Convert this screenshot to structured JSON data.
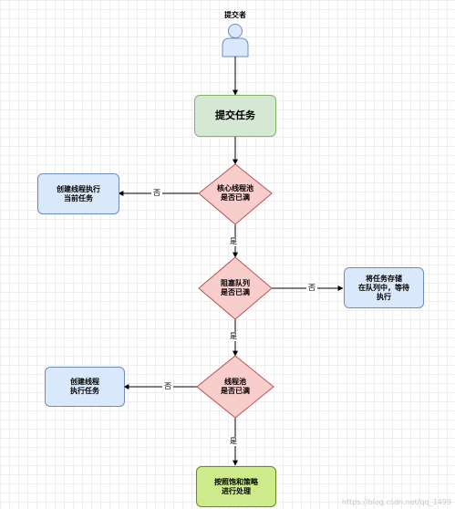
{
  "submitter": {
    "label": "提交者",
    "icon": "user-icon"
  },
  "nodes": {
    "submit_task": "提交任务",
    "core_pool_check": "核心线程池\n是否已满",
    "create_core_thread": "创建线程执行\n当前任务",
    "queue_check": "阻塞队列\n是否已满",
    "store_in_queue": "将任务存储\n在队列中，等待\n执行",
    "pool_check": "线程池\n是否已满",
    "create_thread": "创建线程\n执行任务",
    "saturation_policy": "按照饱和策略\n进行处理"
  },
  "edge_labels": {
    "core_no": "否",
    "core_yes": "是",
    "queue_no": "否",
    "queue_yes": "是",
    "pool_no": "否",
    "pool_yes": "是"
  },
  "watermark": "https://blog.csdn.net/qq_1499",
  "colors": {
    "blue_fill": "#dae8fc",
    "blue_stroke": "#6c8ebf",
    "green_fill": "#d5e8d4",
    "green_stroke": "#82b366",
    "red_fill": "#f8cecc",
    "red_stroke": "#b85450",
    "lime_fill": "#cdeb8b",
    "lime_stroke": "#6a8b1e"
  }
}
